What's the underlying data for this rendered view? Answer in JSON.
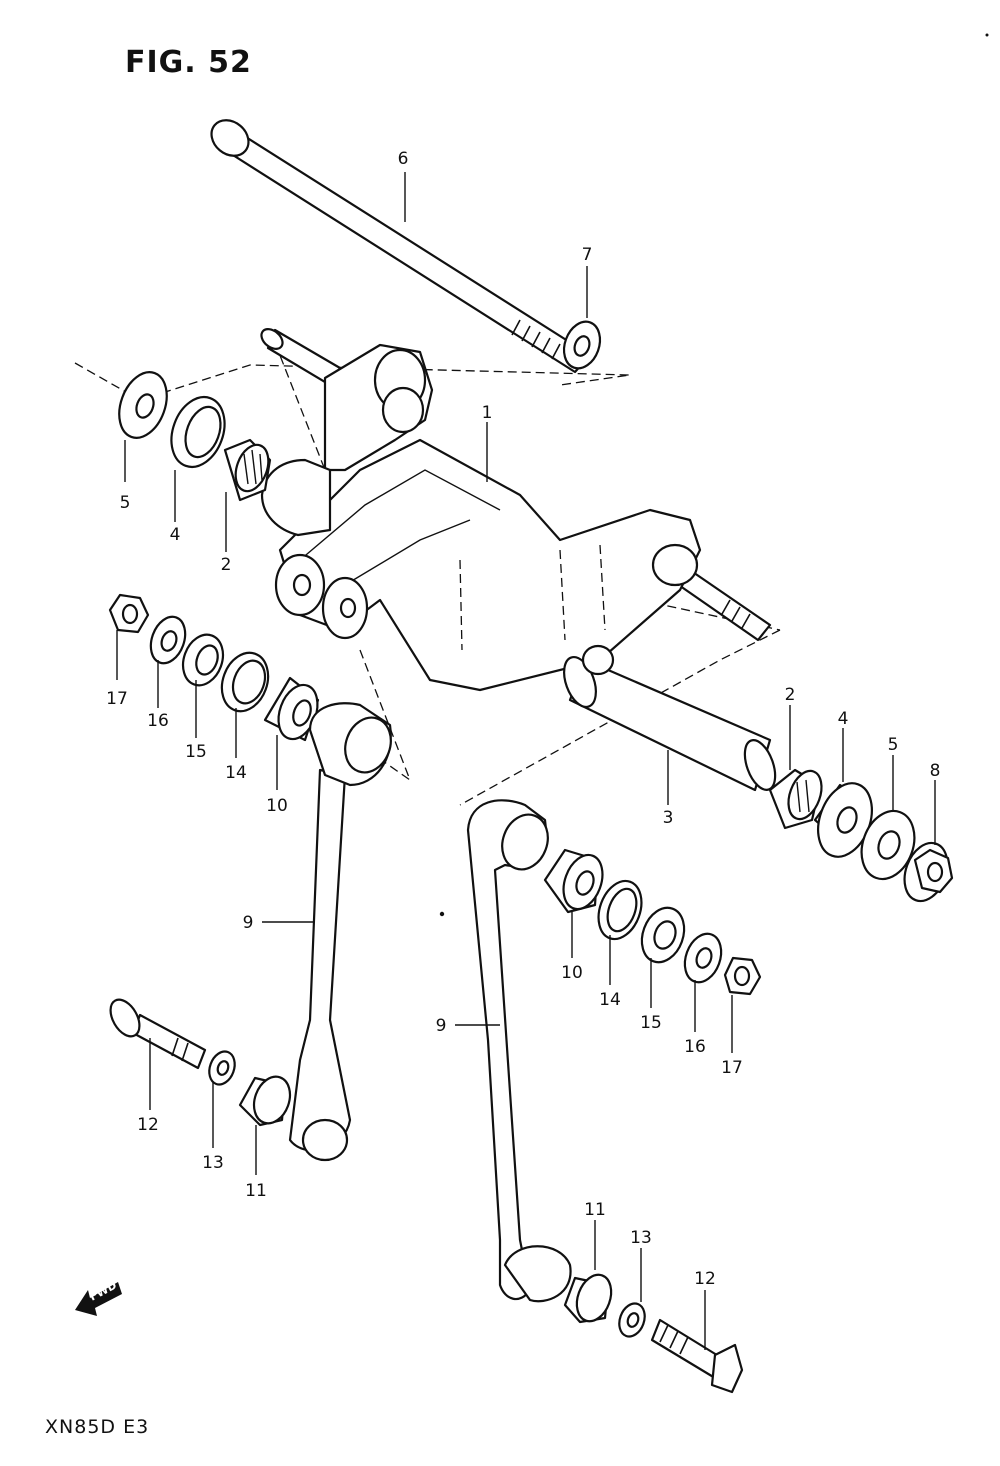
{
  "figure": {
    "title": "FIG. 52",
    "model_code": "XN85D  E3",
    "forward_marker": "FWD"
  },
  "callouts": [
    {
      "id": "c6",
      "part": "6"
    },
    {
      "id": "c7",
      "part": "7"
    },
    {
      "id": "c1",
      "part": "1"
    },
    {
      "id": "c5a",
      "part": "5"
    },
    {
      "id": "c4a",
      "part": "4"
    },
    {
      "id": "c2a",
      "part": "2"
    },
    {
      "id": "c17a",
      "part": "17"
    },
    {
      "id": "c16a",
      "part": "16"
    },
    {
      "id": "c15a",
      "part": "15"
    },
    {
      "id": "c14a",
      "part": "14"
    },
    {
      "id": "c10a",
      "part": "10"
    },
    {
      "id": "c3",
      "part": "3"
    },
    {
      "id": "c2b",
      "part": "2"
    },
    {
      "id": "c4b",
      "part": "4"
    },
    {
      "id": "c5b",
      "part": "5"
    },
    {
      "id": "c8",
      "part": "8"
    },
    {
      "id": "c9a",
      "part": "9"
    },
    {
      "id": "c10b",
      "part": "10"
    },
    {
      "id": "c14b",
      "part": "14"
    },
    {
      "id": "c15b",
      "part": "15"
    },
    {
      "id": "c16b",
      "part": "16"
    },
    {
      "id": "c17b",
      "part": "17"
    },
    {
      "id": "c9b",
      "part": "9"
    },
    {
      "id": "c12a",
      "part": "12"
    },
    {
      "id": "c13a",
      "part": "13"
    },
    {
      "id": "c11a",
      "part": "11"
    },
    {
      "id": "c11b",
      "part": "11"
    },
    {
      "id": "c13b",
      "part": "13"
    },
    {
      "id": "c12b",
      "part": "12"
    }
  ]
}
